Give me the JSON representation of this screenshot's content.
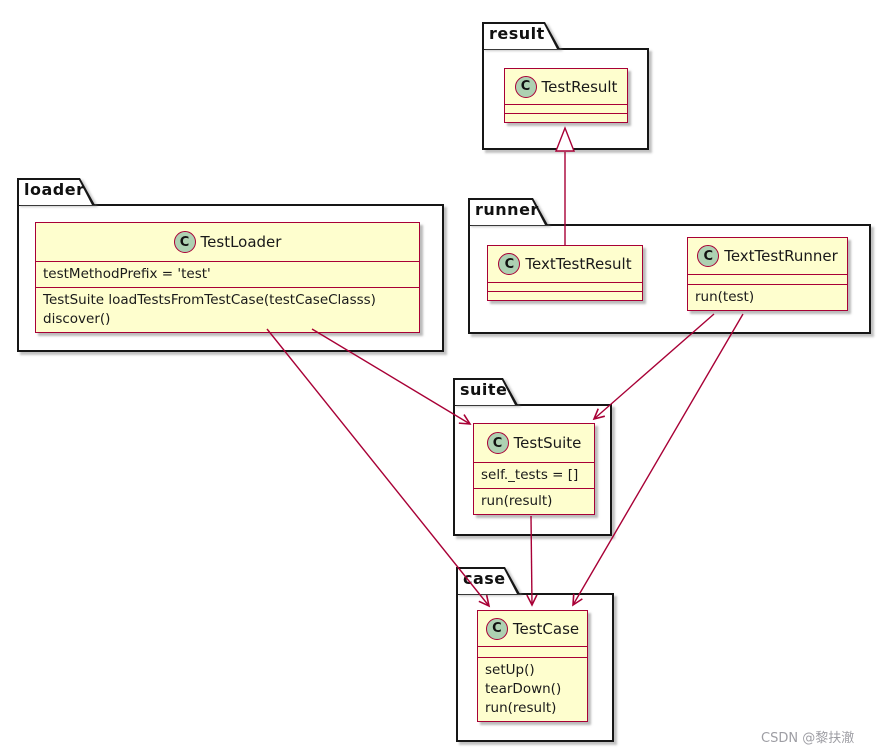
{
  "diagram_title": "unittest UML package-class diagram",
  "colors": {
    "class_fill": "#FEFECE",
    "class_border": "#A80036",
    "badge_fill": "#ADD1B2",
    "package_border": "#161616",
    "arrow": "#A80036",
    "watermark": "#9e9ea4"
  },
  "packages": {
    "result": {
      "label": "result"
    },
    "loader": {
      "label": "loader"
    },
    "runner": {
      "label": "runner"
    },
    "suite": {
      "label": "suite"
    },
    "case": {
      "label": "case"
    }
  },
  "classes": {
    "testResult": {
      "badge": "C",
      "name": "TestResult",
      "package": "result",
      "attrs": [],
      "methods": []
    },
    "testLoader": {
      "badge": "C",
      "name": "TestLoader",
      "package": "loader",
      "attrs": [
        "testMethodPrefix = 'test'"
      ],
      "methods": [
        "TestSuite loadTestsFromTestCase(testCaseClasss)",
        "discover()"
      ]
    },
    "textTestResult": {
      "badge": "C",
      "name": "TextTestResult",
      "package": "runner",
      "attrs": [],
      "methods": []
    },
    "textTestRunner": {
      "badge": "C",
      "name": "TextTestRunner",
      "package": "runner",
      "attrs": [],
      "methods": [
        "run(test)"
      ]
    },
    "testSuite": {
      "badge": "C",
      "name": "TestSuite",
      "package": "suite",
      "attrs": [
        "self._tests = []"
      ],
      "methods": [
        "run(result)"
      ]
    },
    "testCase": {
      "badge": "C",
      "name": "TestCase",
      "package": "case",
      "attrs": [],
      "methods": [
        "setUp()",
        "tearDown()",
        "run(result)"
      ]
    }
  },
  "relations": [
    {
      "from": "TextTestResult",
      "to": "TestResult",
      "type": "inheritance"
    },
    {
      "from": "TestLoader",
      "to": "TestSuite",
      "type": "arrow"
    },
    {
      "from": "TestLoader",
      "to": "TestCase",
      "type": "arrow"
    },
    {
      "from": "TextTestRunner",
      "to": "TestSuite",
      "type": "arrow"
    },
    {
      "from": "TextTestRunner",
      "to": "TestCase",
      "type": "arrow"
    },
    {
      "from": "TestSuite",
      "to": "TestCase",
      "type": "arrow"
    }
  ],
  "watermark": "CSDN @黎扶澈"
}
